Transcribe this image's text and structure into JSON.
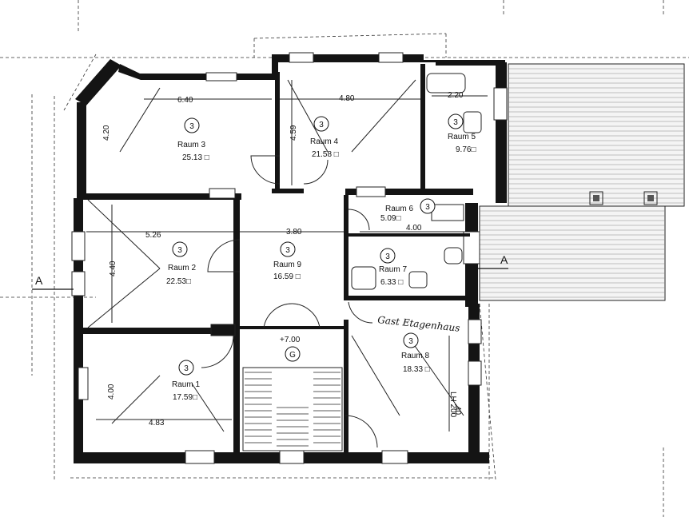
{
  "rooms": {
    "raum1": {
      "name": "Raum 1",
      "area": "17.59□",
      "code": "3",
      "width": "4.83",
      "height": "4.00"
    },
    "raum2": {
      "name": "Raum 2",
      "area": "22.53□",
      "code": "3",
      "width": "5.26",
      "height": "4.40"
    },
    "raum3": {
      "name": "Raum 3",
      "area": "25.13 □",
      "code": "3",
      "width": "6.40",
      "height": "4.20"
    },
    "raum4": {
      "name": "Raum 4",
      "area": "21.58 □",
      "code": "3",
      "width": "4.80",
      "height": "4.59"
    },
    "raum5": {
      "name": "Raum 5",
      "area": "9.76□",
      "code": "3",
      "width": "2.20"
    },
    "raum6": {
      "name": "Raum 6",
      "area": "5.09□",
      "code": "3",
      "width": "4.00"
    },
    "raum7": {
      "name": "Raum 7",
      "area": "6.33 □",
      "code": "3"
    },
    "raum8": {
      "name": "Raum 8",
      "area": "18.33 □",
      "code": "3",
      "lh": "LH 200",
      "extra": "40"
    },
    "raum9": {
      "name": "Raum 9",
      "area": "16.59 □",
      "code": "3",
      "width": "3.80"
    },
    "stair": {
      "level": "+7.00",
      "code": "G"
    }
  },
  "section_marks": {
    "left": "A",
    "right": "A"
  },
  "handwritten": "Gast Etagenhaus"
}
